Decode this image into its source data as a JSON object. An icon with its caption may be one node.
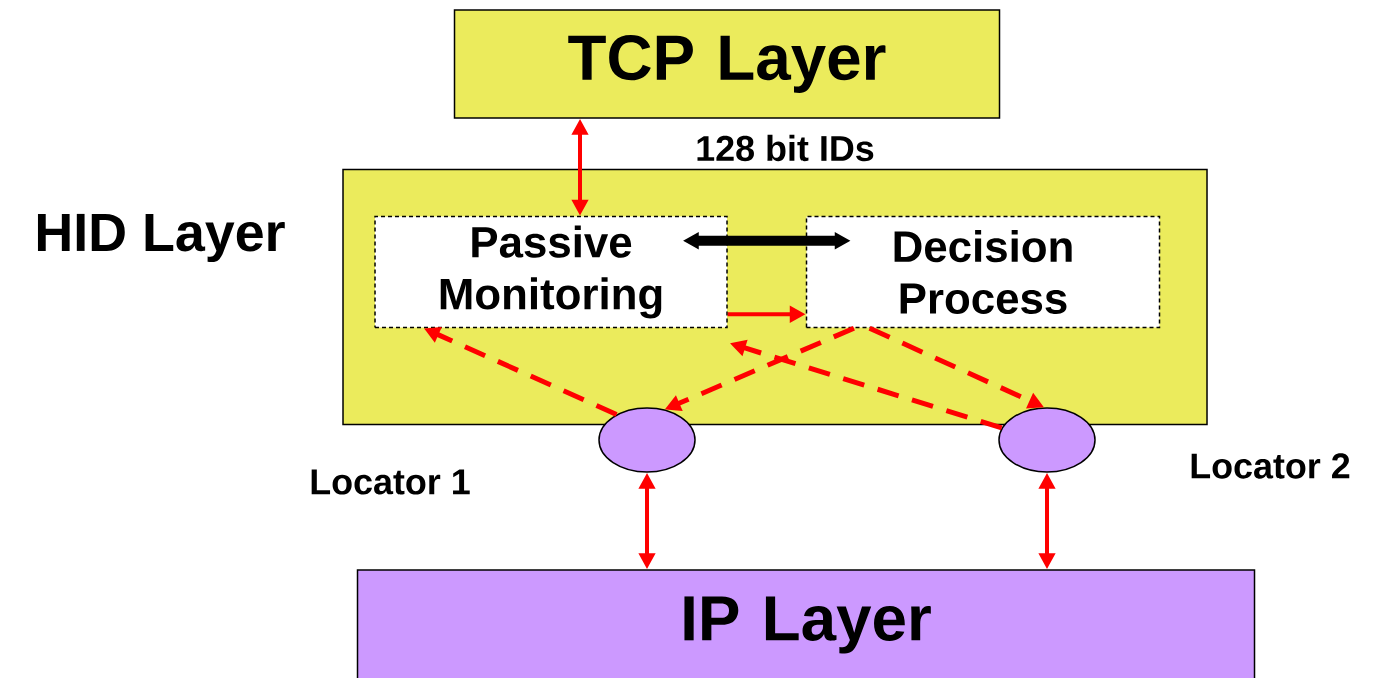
{
  "diagram": {
    "nodes": [
      {
        "text": [
          "TCP Layer"
        ]
      },
      {
        "text": [
          "HID Layer"
        ]
      },
      {
        "text": [
          "Passive Monitoring"
        ],
        "in": 1
      },
      {
        "text": [
          "Decision Process"
        ],
        "in": 1
      },
      {
        "text": [],
        "shape": "ellipse"
      },
      {
        "text": [],
        "shape": "ellipse"
      },
      {
        "text": [
          "IP Layer"
        ]
      }
    ],
    "edges": [
      {
        "from": 0,
        "to": 2,
        "arrow": "both",
        "label": "128 bit IDs"
      },
      {
        "from": 2,
        "to": 3,
        "arrow": "both",
        "style": "thick",
        "color": "#000000"
      },
      {
        "from": 2,
        "to": 3,
        "arrow": "to"
      },
      {
        "from": 4,
        "to": 2,
        "arrow": "to",
        "style": "dashed"
      },
      {
        "from": 3,
        "to": 4,
        "arrow": "to",
        "style": "dashed"
      },
      {
        "from": 5,
        "to": 2,
        "arrow": "to",
        "style": "dashed"
      },
      {
        "from": 3,
        "to": 5,
        "arrow": "to",
        "style": "dashed"
      },
      {
        "from": 4,
        "to": 6,
        "arrow": "both"
      },
      {
        "from": 5,
        "to": 6,
        "arrow": "both"
      }
    ],
    "labels": [
      "Locator 1",
      "Locator 2"
    ]
  }
}
